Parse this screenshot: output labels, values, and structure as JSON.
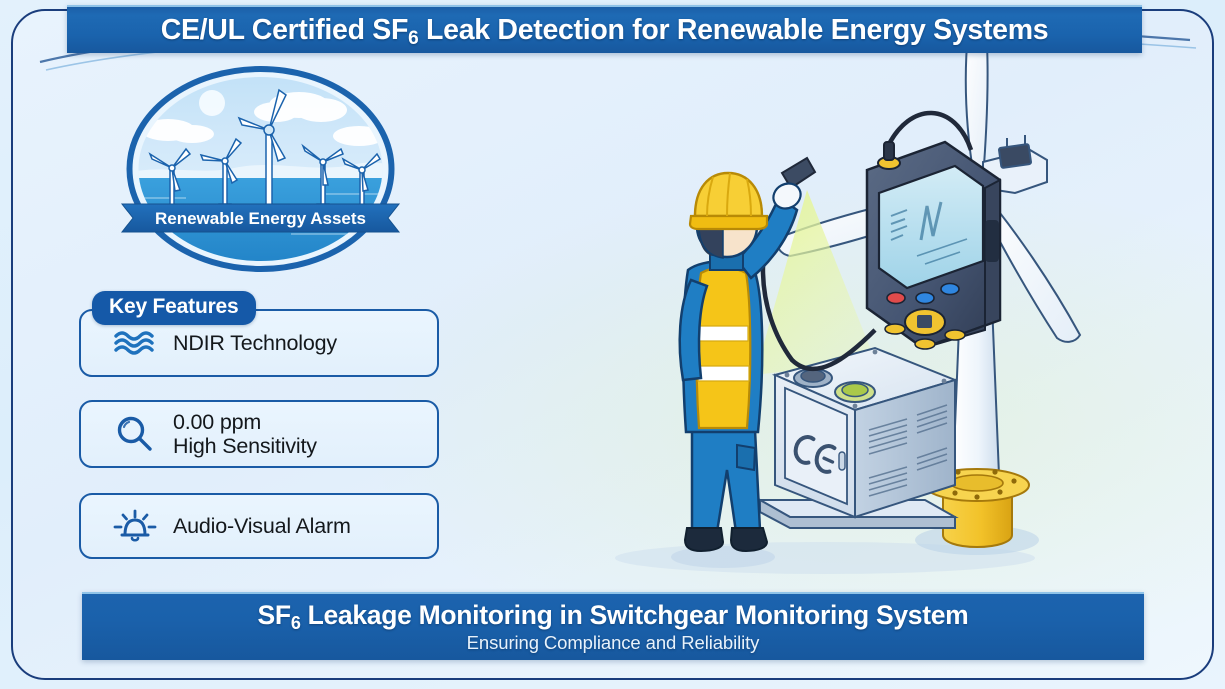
{
  "header": {
    "title_prefix": "CE/UL Certified SF",
    "title_sub": "6",
    "title_suffix": " Leak Detection for Renewable Energy Systems"
  },
  "badge": {
    "ribbon_label": "Renewable Energy Assets",
    "scene": "offshore-wind-farm"
  },
  "key_features": {
    "section_label": "Key Features",
    "items": [
      {
        "icon": "waves-icon",
        "label": "NDIR Technology",
        "label2": ""
      },
      {
        "icon": "magnifier-icon",
        "label": "0.00 ppm",
        "label2": "High Sensitivity"
      },
      {
        "icon": "alarm-bell-icon",
        "label": "Audio-Visual Alarm",
        "label2": ""
      }
    ]
  },
  "illustration": {
    "technician": "technician-with-hardhat-and-hivis-vest",
    "device": "handheld-sf6-gas-detector",
    "cabinet_mark": "CE",
    "cabinet": "switchgear-cabinet",
    "turbine": "wind-turbine",
    "beam": "detection-beam"
  },
  "footer": {
    "line1_prefix": "SF",
    "line1_sub": "6",
    "line1_suffix": " Leakage Monitoring in Switchgear Monitoring System",
    "line2": "Ensuring Compliance and Reliability"
  },
  "colors": {
    "brand_blue": "#1a61ab",
    "deep_navy": "#1a3d7c",
    "page_bg": "#e3f1fc",
    "accent_yellow": "#f5c518",
    "beam_green": "#d6ee82"
  }
}
